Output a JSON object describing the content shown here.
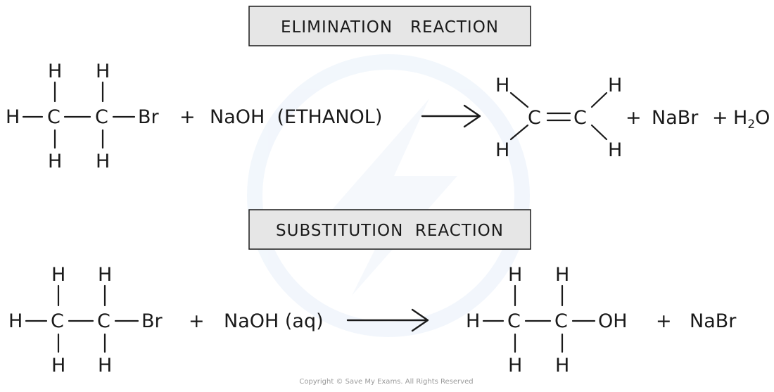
{
  "elimination": {
    "title": "ELIMINATION   REACTION",
    "reactant_atoms": {
      "c1": "C",
      "c2": "C",
      "h_left": "H",
      "h1_top": "H",
      "h2_top": "H",
      "h1_bottom": "H",
      "h2_bottom": "H",
      "br": "Br"
    },
    "plus_1": "+",
    "reagent": "NaOH  (ETHANOL)",
    "product_atoms": {
      "c1": "C",
      "c2": "C",
      "h_top_left": "H",
      "h_bottom_left": "H",
      "h_top_right": "H",
      "h_bottom_right": "H"
    },
    "plus_2": "+",
    "byproduct_1": "NaBr",
    "plus_3": "+",
    "water_h": "H",
    "water_sub": "2",
    "water_o": "O"
  },
  "substitution": {
    "title": "SUBSTITUTION  REACTION",
    "reactant_atoms": {
      "c1": "C",
      "c2": "C",
      "h_left": "H",
      "h1_top": "H",
      "h2_top": "H",
      "h1_bottom": "H",
      "h2_bottom": "H",
      "br": "Br"
    },
    "plus_1": "+",
    "reagent": "NaOH (aq)",
    "product_atoms": {
      "c1": "C",
      "c2": "C",
      "h_left": "H",
      "h1_top": "H",
      "h2_top": "H",
      "h1_bottom": "H",
      "h2_bottom": "H",
      "oh": "OH"
    },
    "plus_2": "+",
    "byproduct_1": "NaBr"
  },
  "copyright": "Copyright © Save My Exams. All Rights Reserved",
  "colors": {
    "ink": "#1a1a1a",
    "box_fill": "#e6e6e6",
    "watermark": "#e8f0fa"
  }
}
